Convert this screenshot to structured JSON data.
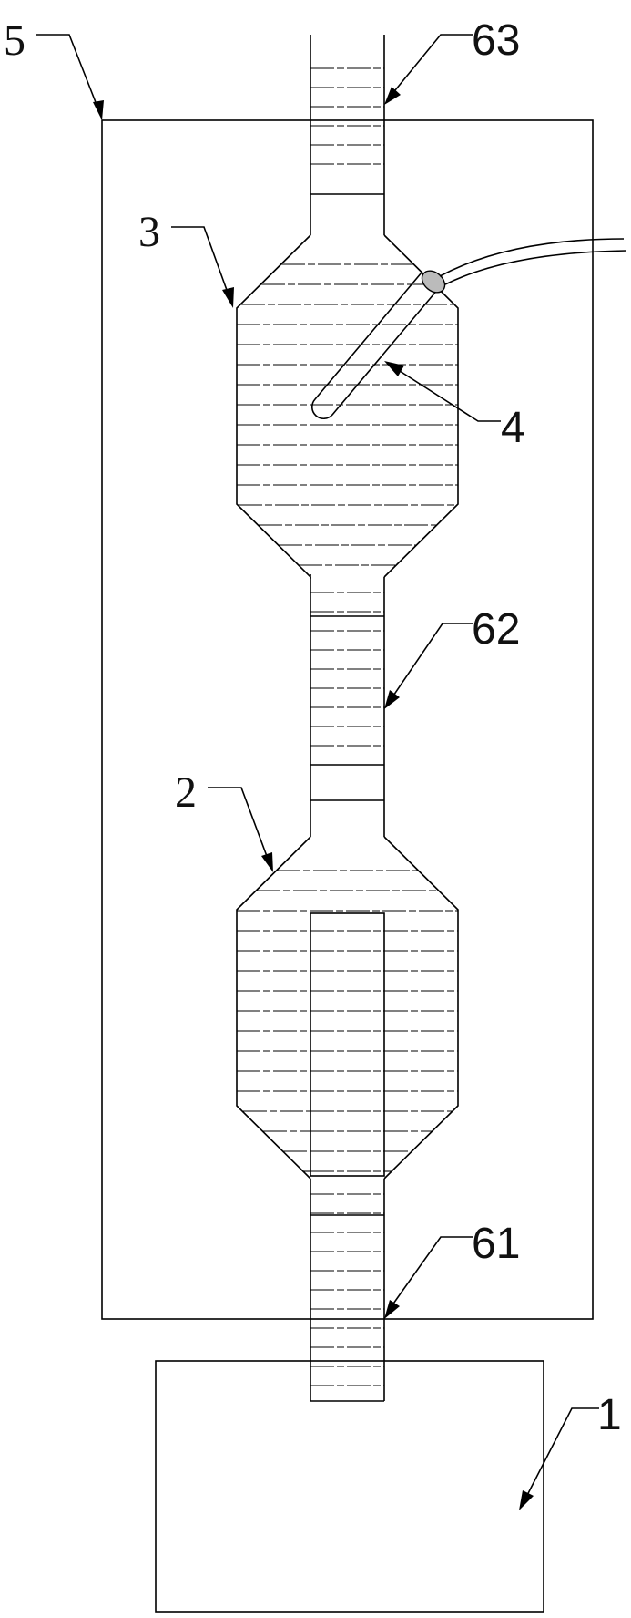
{
  "labels": {
    "l5": "5",
    "l63": "63",
    "l3": "3",
    "l4": "4",
    "l62": "62",
    "l2": "2",
    "l61": "61",
    "l1": "1"
  }
}
